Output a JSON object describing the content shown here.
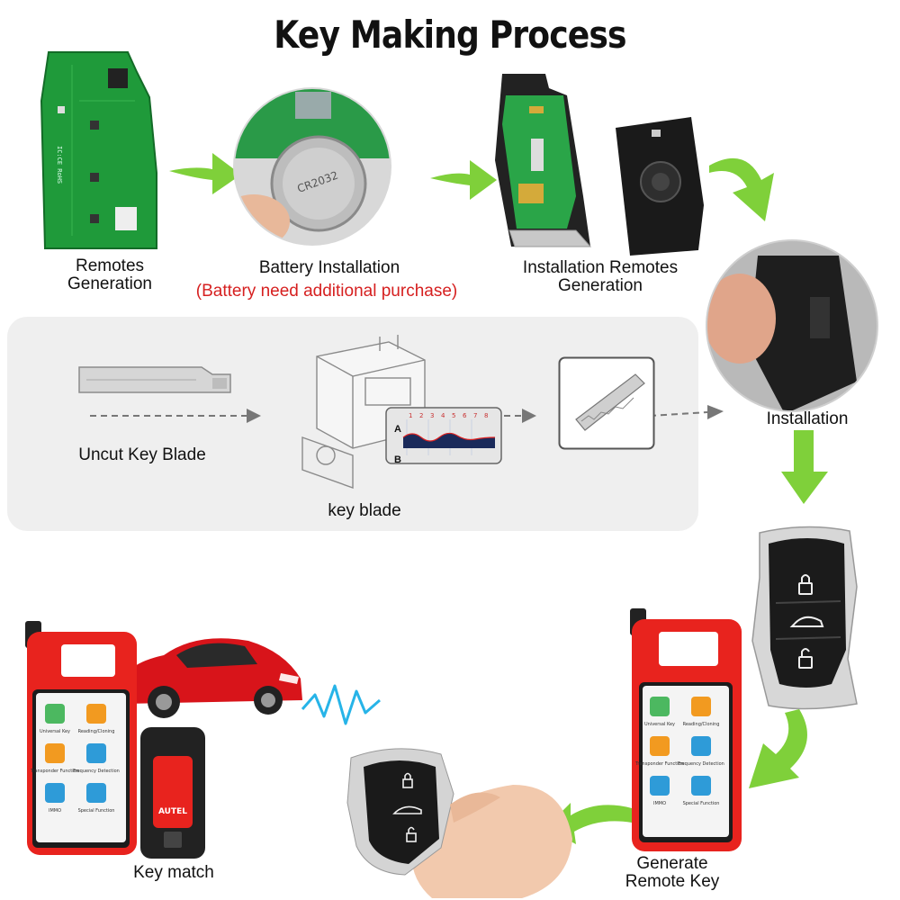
{
  "title": "Key Making Process",
  "steps": {
    "remotes_generation": [
      "Remotes",
      "Generation"
    ],
    "battery_installation": "Battery Installation",
    "battery_note": "(Battery need additional purchase)",
    "installation_remotes_generation": [
      "Installation Remotes",
      "Generation"
    ],
    "installation": "Installation",
    "uncut_key_blade": "Uncut Key  Blade",
    "key_blade": "key blade",
    "generate_remote_key": [
      "Generate",
      "Remote Key"
    ],
    "key_match": "Key match"
  },
  "blade_chart": {
    "row_a": "A",
    "row_b": "B",
    "numbers": [
      "1",
      "2",
      "3",
      "4",
      "5",
      "6",
      "7",
      "8"
    ]
  },
  "device_screen": {
    "tiles": [
      "Universal Key",
      "Reading/Cloning",
      "Transponder Function",
      "Frequency Detection",
      "IMMO",
      "Special Function"
    ]
  },
  "obd_brand": "AUTEL",
  "colors": {
    "arrow_green": "#7fd03a",
    "device_red": "#e8231e",
    "pcb_green": "#1f9a3a",
    "note_red": "#d62020"
  }
}
